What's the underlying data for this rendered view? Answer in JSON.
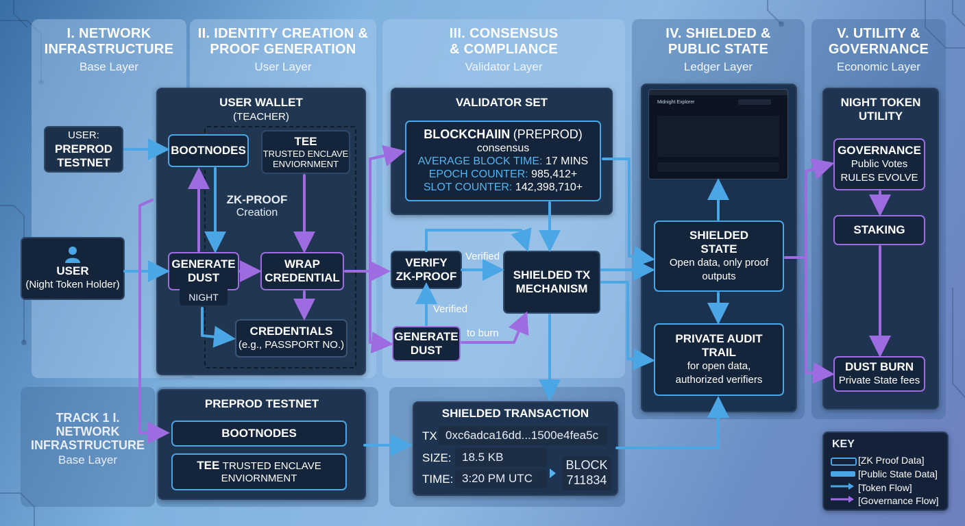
{
  "columns": [
    {
      "title": "I. NETWORK INFRASTRUCTURE",
      "subtitle": "Base Layer"
    },
    {
      "title": "II. IDENTITY CREATION & PROOF GENERATION",
      "subtitle": "User Layer"
    },
    {
      "title": "III. CONSENSUS & COMPLIANCE",
      "subtitle": "Validator Layer"
    },
    {
      "title": "IV. SHIELDED & PUBLIC STATE",
      "subtitle": "Ledger Layer"
    },
    {
      "title": "V. UTILITY & GOVERNANCE",
      "subtitle": "Economic Layer"
    }
  ],
  "col1": {
    "user_testnet": {
      "line1": "USER:",
      "line2": "PREPROD TESTNET"
    },
    "user_holder": {
      "title": "USER",
      "sub": "(Night Token Holder)"
    },
    "track": {
      "title": "TRACK 1 I. NETWORK INFRASTRUCTURE",
      "subtitle": "Base Layer"
    }
  },
  "wallet": {
    "title": "USER WALLET",
    "subtitle": "(TEACHER)",
    "bootnodes": "BOOTNODES",
    "tee_title": "TEE",
    "tee_sub": "TRUSTED ENCLAVE ENVIORNMENT",
    "zk_title": "ZK-PROOF",
    "zk_sub": "Creation",
    "generate_dust": "GENERATE DUST",
    "night": "NIGHT",
    "wrap": "WRAP CREDENTIAL",
    "credentials_title": "CREDENTIALS",
    "credentials_sub": "(e.g., PASSPORT NO.)"
  },
  "preprod": {
    "title": "PREPROD TESTNET",
    "bootnodes": "BOOTNODES",
    "tee_bold": "TEE",
    "tee_rest": "TRUSTED ENCLAVE",
    "tee_line2": "ENVIORNMENT"
  },
  "validator": {
    "title": "VALIDATOR SET",
    "chain_title": "BLOCKCHAIIN",
    "chain_paren": "(PREPROD)",
    "chain_sub": "consensus",
    "avg_label": "AVERAGE BLOCK TIME:",
    "avg_value": "17 MINS",
    "epoch_label": "EPOCH COUNTER:",
    "epoch_value": "985,412+",
    "slot_label": "SLOT COUNTER:",
    "slot_value": "142,398,710+",
    "verify": "VERIFY ZK-PROOF",
    "verified1": "Verified",
    "verified2": "Verified",
    "generate_dust": "GENERATE DUST",
    "to_burn": "to burn",
    "mechanism": "SHIELDED TX MECHANISM"
  },
  "transaction": {
    "title": "SHIELDED TRANSACTION",
    "tx_label": "TX",
    "tx_value": "0xc6adca16dd...1500e4fea5c",
    "size_label": "SIZE:",
    "size_value": "18.5 KB",
    "time_label": "TIME:",
    "time_value": "3:20 PM UTC",
    "block_label": "BLOCK",
    "block_value": "711834"
  },
  "ledger": {
    "explorer_name": "Midnight Explorer",
    "shielded_title": "SHIELDED STATE",
    "shielded_sub": "Open data, only proof outputs",
    "audit_title": "PRIVATE AUDIT TRAIL",
    "audit_sub": "for open data, authorized verifiers"
  },
  "utility": {
    "title": "NIGHT TOKEN UTILITY",
    "gov_title": "GOVERNANCE",
    "gov_sub1": "Public Votes",
    "gov_sub2": "RULES EVOLVE",
    "staking": "STAKING",
    "burn_title": "DUST BURN",
    "burn_sub": "Private State fees"
  },
  "key": {
    "title": "KEY",
    "items": [
      "[ZK Proof Data]",
      "[Public State Data]",
      "[Token Flow]",
      "[Governance Flow]"
    ]
  },
  "colors": {
    "blue": "#4aa6e4",
    "purple": "#9d6ce0",
    "dark": "#14253b"
  }
}
